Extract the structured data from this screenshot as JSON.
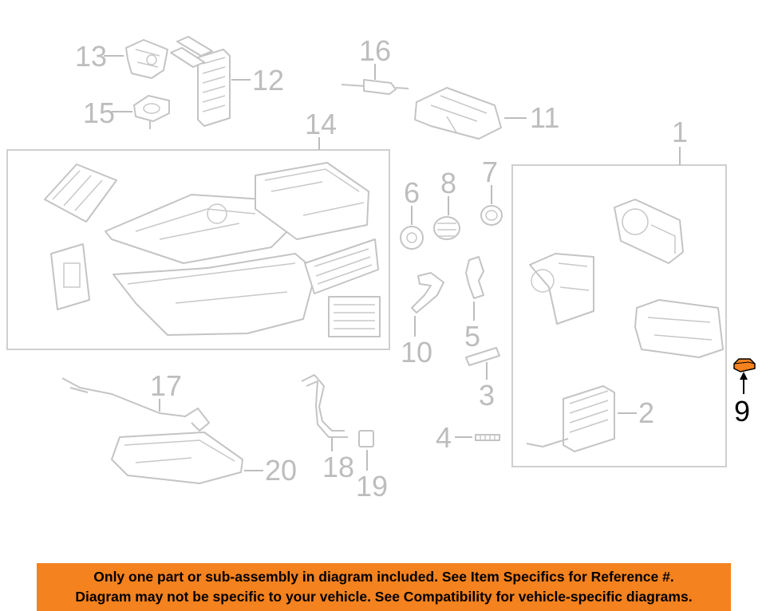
{
  "callouts": [
    "1",
    "2",
    "3",
    "4",
    "5",
    "6",
    "7",
    "8",
    "9",
    "10",
    "11",
    "12",
    "13",
    "14",
    "15",
    "16",
    "17",
    "18",
    "19",
    "20"
  ],
  "highlighted_callout": "9",
  "colors": {
    "highlight_part": "#f4821f",
    "banner_bg": "#f4821f",
    "faded_part": "#c4c4c4",
    "label_gray": "#bdbdbd"
  },
  "banner": {
    "line1": "Only one part or sub-assembly in diagram included. See Item Specifics for Reference #.",
    "line2": "Diagram may not be specific to your vehicle. See Compatibility for vehicle-specific diagrams."
  }
}
